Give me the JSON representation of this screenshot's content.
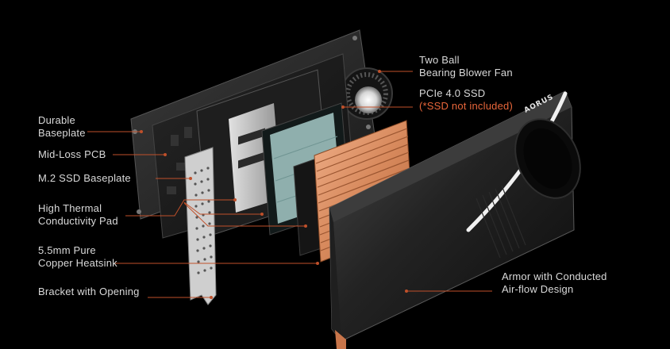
{
  "labels": {
    "durable_baseplate": "Durable\nBaseplate",
    "mid_loss_pcb": "Mid-Loss PCB",
    "m2_ssd_baseplate": "M.2 SSD Baseplate",
    "thermal_pad": "High Thermal\nConductivity Pad",
    "copper_heatsink": "5.5mm Pure\nCopper Heatsink",
    "bracket": "Bracket with Opening",
    "blower_fan": "Two Ball\nBearing Blower Fan",
    "pcie_ssd": "PCIe 4.0 SSD",
    "ssd_note": "(*SSD not included)",
    "armor": "Armor with Conducted\nAir-flow Design"
  },
  "logo_text": "AORUS",
  "colors": {
    "background": "#000000",
    "label_text": "#d9d9d9",
    "note_orange": "#e8663a",
    "leader_line": "#c0502a",
    "copper": "#d88a5c",
    "ssd_teal": "#9fc6c4"
  }
}
